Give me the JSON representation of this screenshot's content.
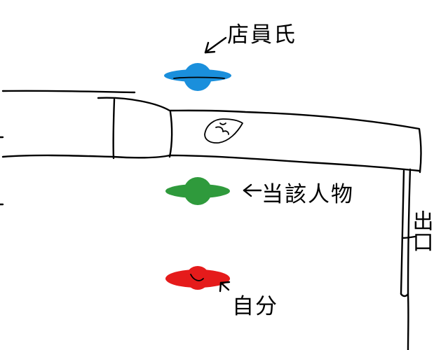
{
  "labels": {
    "clerk": "店員氏",
    "person": "当該人物",
    "self": "自分",
    "exit": "出口"
  },
  "colors": {
    "clerk": "#1a8fdc",
    "person": "#2f9a3c",
    "self": "#e51b1b",
    "ink": "#000000"
  },
  "icons": {
    "clerk": "person-topdown-blue",
    "person": "person-topdown-green",
    "self": "person-topdown-red",
    "item_on_counter": "hand-drawn-object"
  }
}
